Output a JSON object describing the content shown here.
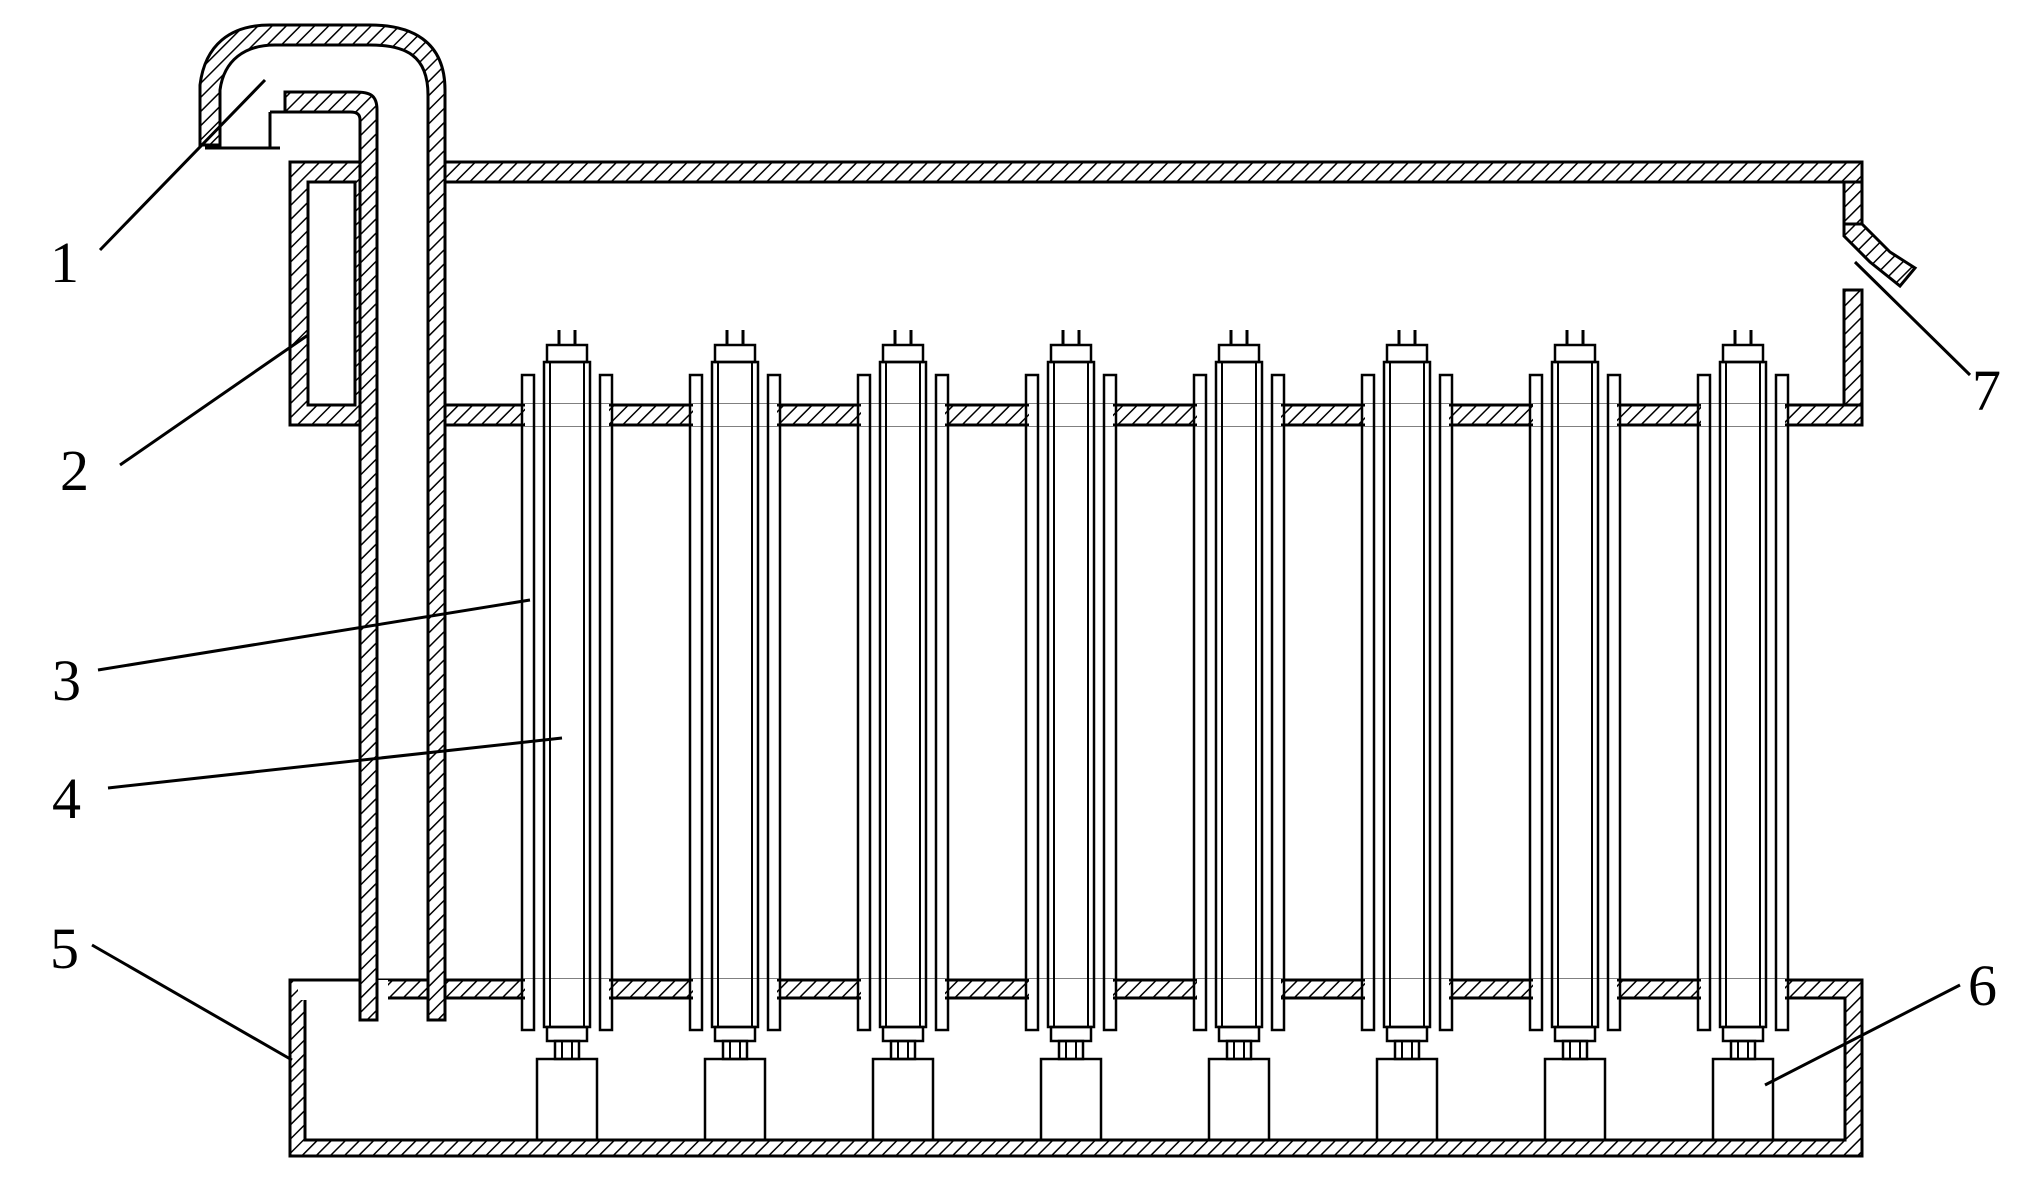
{
  "diagram": {
    "labels": [
      {
        "id": "1",
        "text": "1"
      },
      {
        "id": "2",
        "text": "2"
      },
      {
        "id": "3",
        "text": "3"
      },
      {
        "id": "4",
        "text": "4"
      },
      {
        "id": "5",
        "text": "5"
      },
      {
        "id": "6",
        "text": "6"
      },
      {
        "id": "7",
        "text": "7"
      }
    ],
    "tube_count": 8,
    "colors": {
      "line": "#000000",
      "background": "#ffffff"
    }
  }
}
